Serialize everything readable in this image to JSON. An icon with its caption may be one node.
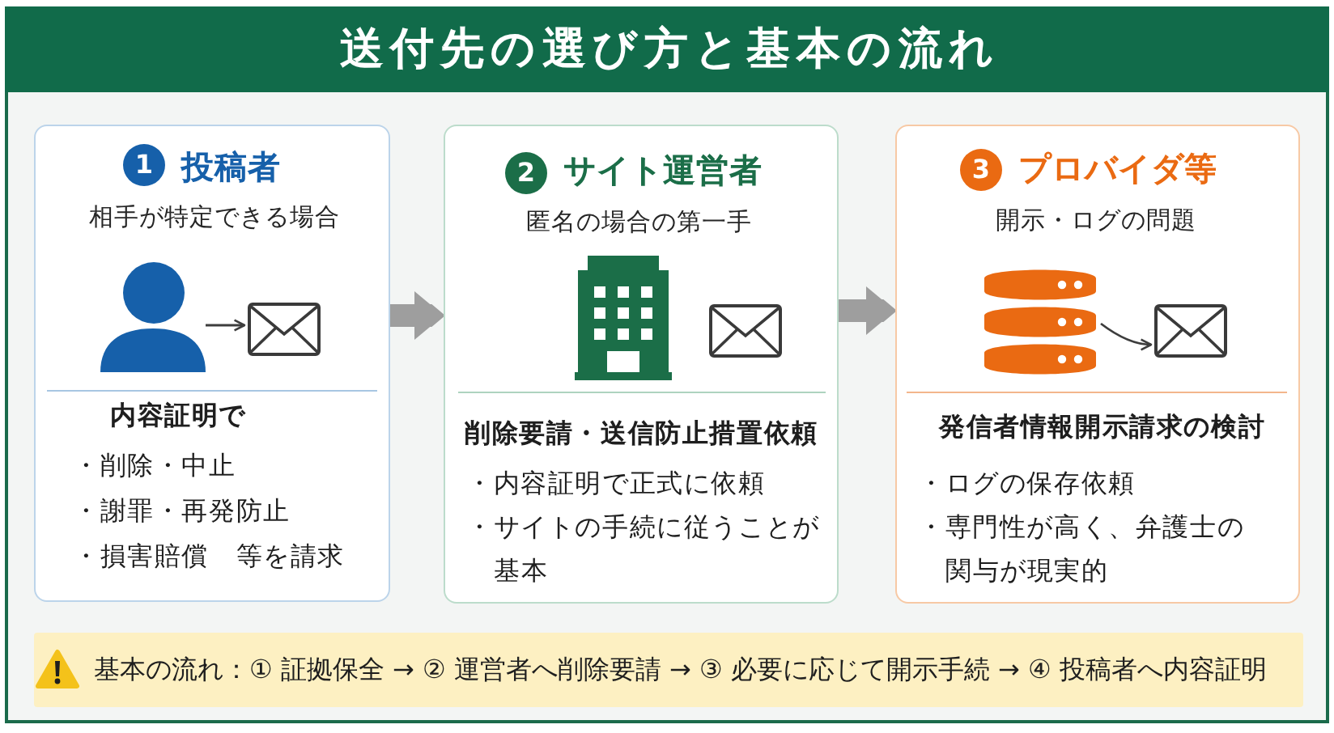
{
  "diagram": {
    "title": "送付先の選び方と基本の流れ",
    "nodes": [
      {
        "text": [
          "投稿者",
          "相手が特定できる場合",
          "内容証明で",
          "・削除・中止",
          "・謝罪・再発防止",
          "・損害賠償　等を請求"
        ]
      },
      {
        "text": [
          "1"
        ],
        "in": 0
      },
      {
        "text": [],
        "shape": "person",
        "in": 0
      },
      {
        "text": [],
        "shape": "envelope",
        "in": 0
      },
      {
        "text": [
          "サイト運営者",
          "匿名の場合の第一手",
          "削除要請・送信防止措置依頼",
          "・内容証明で正式に依頼",
          "・サイトの手続に従うことが基本"
        ]
      },
      {
        "text": [
          "2"
        ],
        "in": 4
      },
      {
        "text": [
          "プロバイダ等",
          "開示・ログの問題",
          "発信者情報開示請求の検討",
          "・ログの保存依頼",
          "・専門性が高く、弁護士の関与が現実的"
        ]
      },
      {
        "text": [
          "3"
        ],
        "in": 6
      },
      {
        "text": [],
        "shape": "cylinder",
        "in": 6
      },
      {
        "text": [],
        "shape": "envelope",
        "in": 6
      },
      {
        "text": [
          "基本の流れ：① 証拠保全 → ② 運営者へ削除要請 → ③ 必要に応じて開示手続 → ④ 投稿者へ内容証明"
        ]
      }
    ],
    "edges": [
      {
        "from": 0,
        "to": 4,
        "arrow": "to",
        "style": "thick",
        "color": "#9e9e9e"
      },
      {
        "from": 4,
        "to": 6,
        "arrow": "to",
        "style": "thick",
        "color": "#9e9e9e"
      },
      {
        "from": 2,
        "to": 3,
        "arrow": "to",
        "color": "#3d3d3d"
      },
      {
        "from": 8,
        "to": 9,
        "arrow": "to",
        "color": "#3d3d3d"
      }
    ]
  }
}
